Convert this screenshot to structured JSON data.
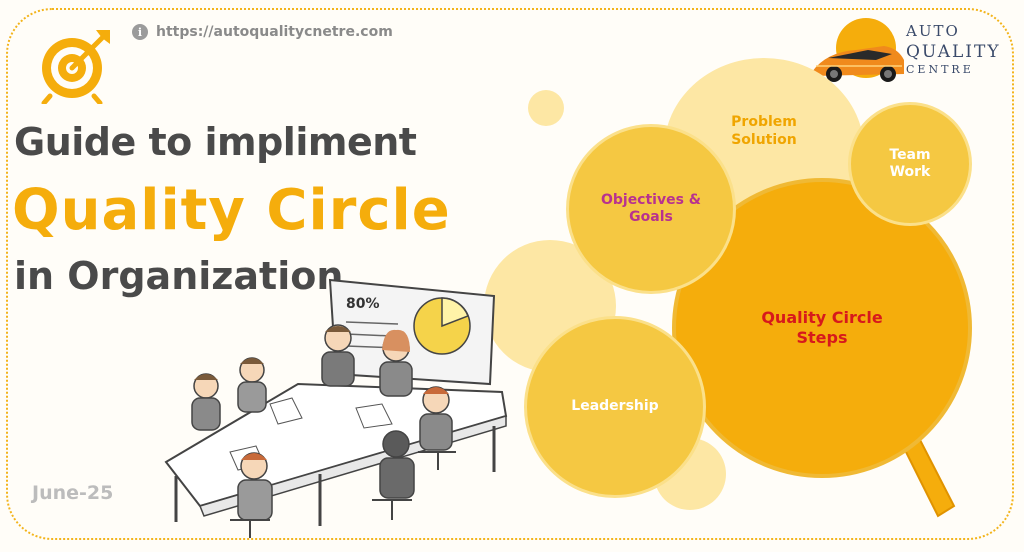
{
  "header": {
    "url": "https://autoqualitycnetre.com",
    "info_icon": "i"
  },
  "logo": {
    "line1": "AUTO",
    "line2": "QUALITY",
    "line3": "CENTRE"
  },
  "title": {
    "line1": "Guide to impliment",
    "line2": "Quality Circle",
    "line3": "in Organization"
  },
  "date": "June-25",
  "chart_overlay": {
    "percent": "80%"
  },
  "circles": {
    "problem_solution": "Problem\nSolution",
    "team_work": "Team\nWork",
    "objectives_goals": "Objectives &\nGoals",
    "quality_circle_steps": "Quality Circle\nSteps",
    "leadership": "Leadership"
  },
  "colors": {
    "accent": "#f5ad0c",
    "dark_text": "#4a4a4a",
    "circle_light": "#fde7a4",
    "circle_mid": "#f5c842",
    "circle_main": "#f5ad0c",
    "circle_red_text": "#d7191c",
    "circle_purple_text": "#b8328f"
  }
}
